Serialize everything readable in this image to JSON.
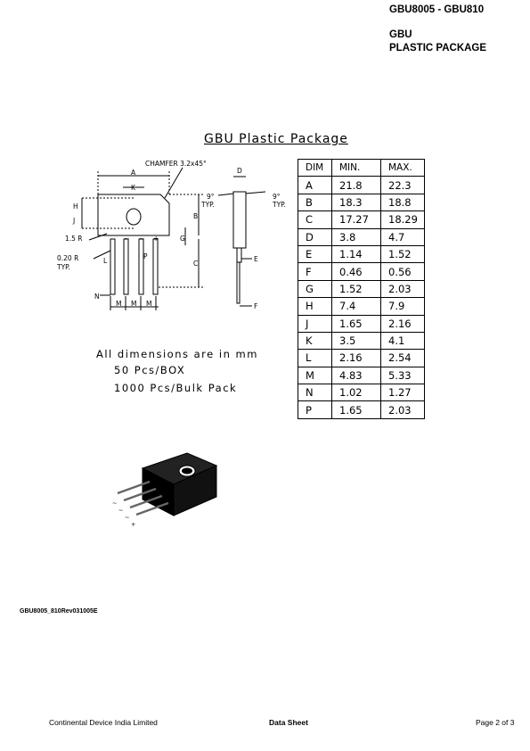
{
  "header": {
    "part_range": "GBU8005 - GBU810",
    "package_code": "GBU",
    "package_desc": "PLASTIC PACKAGE"
  },
  "drawing": {
    "title": "GBU Plastic Package",
    "chamfer_label": "CHAMFER  3.2x45°",
    "angle_label": "9°",
    "typ_label": "TYP.",
    "radius_1": "1.5  R",
    "radius_2": "0.20  R",
    "polarity": [
      "~",
      "~",
      "+"
    ],
    "dim_letters": {
      "A": "A",
      "B": "B",
      "C": "C",
      "D": "D",
      "E": "E",
      "F": "F",
      "G": "G",
      "H": "H",
      "J": "J",
      "K": "K",
      "L": "L",
      "M": "M",
      "N": "N",
      "P": "P"
    }
  },
  "table": {
    "headers": [
      "DIM",
      "MIN.",
      "MAX."
    ],
    "rows": [
      [
        "A",
        "21.8",
        "22.3"
      ],
      [
        "B",
        "18.3",
        "18.8"
      ],
      [
        "C",
        "17.27",
        "18.29"
      ],
      [
        "D",
        "3.8",
        "4.7"
      ],
      [
        "E",
        "1.14",
        "1.52"
      ],
      [
        "F",
        "0.46",
        "0.56"
      ],
      [
        "G",
        "1.52",
        "2.03"
      ],
      [
        "H",
        "7.4",
        "7.9"
      ],
      [
        "J",
        "1.65",
        "2.16"
      ],
      [
        "K",
        "3.5",
        "4.1"
      ],
      [
        "L",
        "2.16",
        "2.54"
      ],
      [
        "M",
        "4.83",
        "5.33"
      ],
      [
        "N",
        "1.02",
        "1.27"
      ],
      [
        "P",
        "1.65",
        "2.03"
      ]
    ]
  },
  "notes": {
    "units": "All dimensions are in mm",
    "box": "50 Pcs/BOX",
    "bulk": "1000 Pcs/Bulk Pack"
  },
  "image_polarity": [
    "~",
    "~",
    "~",
    "+"
  ],
  "doc_id": "GBU8005_810Rev031005E",
  "footer": {
    "company": "Continental Device India Limited",
    "doc_type": "Data Sheet",
    "page": "Page 2 of 3"
  }
}
